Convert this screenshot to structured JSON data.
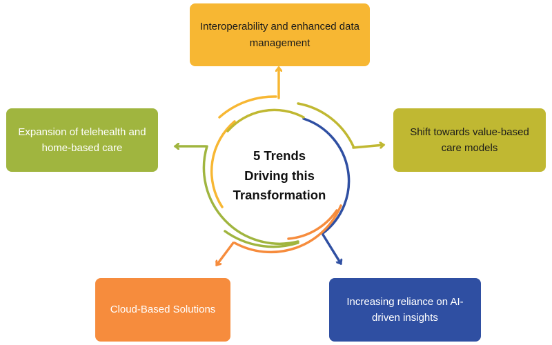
{
  "center": {
    "line1": "5 Trends",
    "line2": "Driving this",
    "line3": "Transformation"
  },
  "trends": {
    "top": "Interoperability and enhanced data management",
    "right": "Shift towards value-based care models",
    "bottom_right": "Increasing reliance on AI-driven insights",
    "bottom_left": "Cloud-Based Solutions",
    "left": "Expansion of telehealth and home-based care"
  },
  "colors": {
    "top": "#f7b733",
    "right": "#c0b832",
    "bottom_right": "#2f4fa2",
    "bottom_left": "#f68c3d",
    "left": "#a0b53f"
  }
}
